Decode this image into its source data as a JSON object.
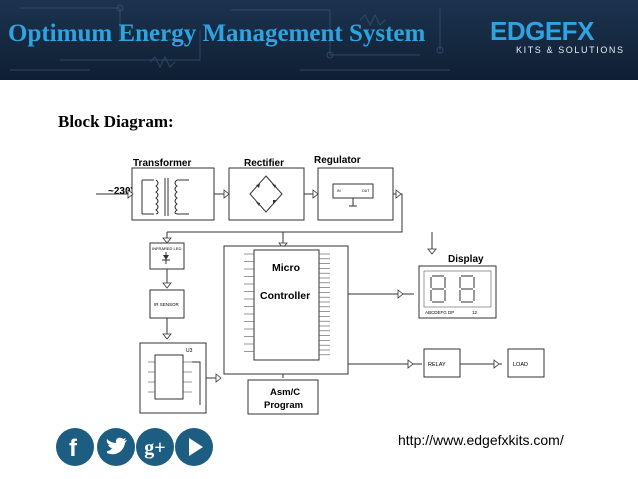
{
  "banner": {
    "title": "Optimum Energy Management System",
    "logo_main": "EDGEFX",
    "logo_sub": "KITS & SOLUTIONS"
  },
  "section_label": "Block Diagram:",
  "diagram": {
    "transformer": "Transformer",
    "rectifier": "Rectifier",
    "regulator": "Regulator",
    "input_voltage": "~230V",
    "display": "Display",
    "micro_line1": "Micro",
    "micro_line2": "Controller",
    "ir_sensor": "IR SENSOR",
    "infrared_led": "INFRARED LED",
    "timer": "U3",
    "asm_line1": "Asm/C",
    "asm_line2": "Program",
    "relay": "RELAY",
    "load": "LOAD",
    "display_pins": "ABCDEFG DP",
    "display_pins2": "12"
  },
  "footer": {
    "url": "http://www.edgefxkits.com/",
    "social": [
      "facebook-icon",
      "twitter-icon",
      "google-plus-icon",
      "play-icon"
    ],
    "gplus_label": "g+"
  },
  "colors": {
    "banner_bg": "#15283f",
    "accent": "#2fa3df",
    "social_bg": "#1e5d82"
  }
}
